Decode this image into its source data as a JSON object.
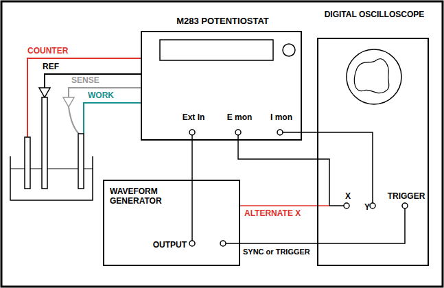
{
  "diagram": {
    "nodes": [
      {
        "text": [
          "M283 POTENTIOSTAT",
          "Ext In",
          "E mon",
          "I mon"
        ]
      },
      {
        "text": [
          "DIGITAL OSCILLOSCOPE",
          "X",
          "Y",
          "TRIGGER"
        ]
      },
      {
        "text": [
          "WAVEFORM GENERATOR",
          "OUTPUT"
        ]
      }
    ],
    "edges": [
      {
        "from": 0,
        "to": 2,
        "arrow": "none"
      },
      {
        "from": 0,
        "to": 1,
        "arrow": "none"
      },
      {
        "from": 0,
        "to": 1,
        "arrow": "none"
      },
      {
        "from": 2,
        "to": 1,
        "label": "ALTERNATE X",
        "arrow": "none"
      },
      {
        "from": 2,
        "to": 1,
        "label": "SYNC or TRIGGER",
        "arrow": "none"
      }
    ],
    "labels": [
      "COUNTER",
      "REF",
      "SENSE",
      "WORK"
    ]
  }
}
